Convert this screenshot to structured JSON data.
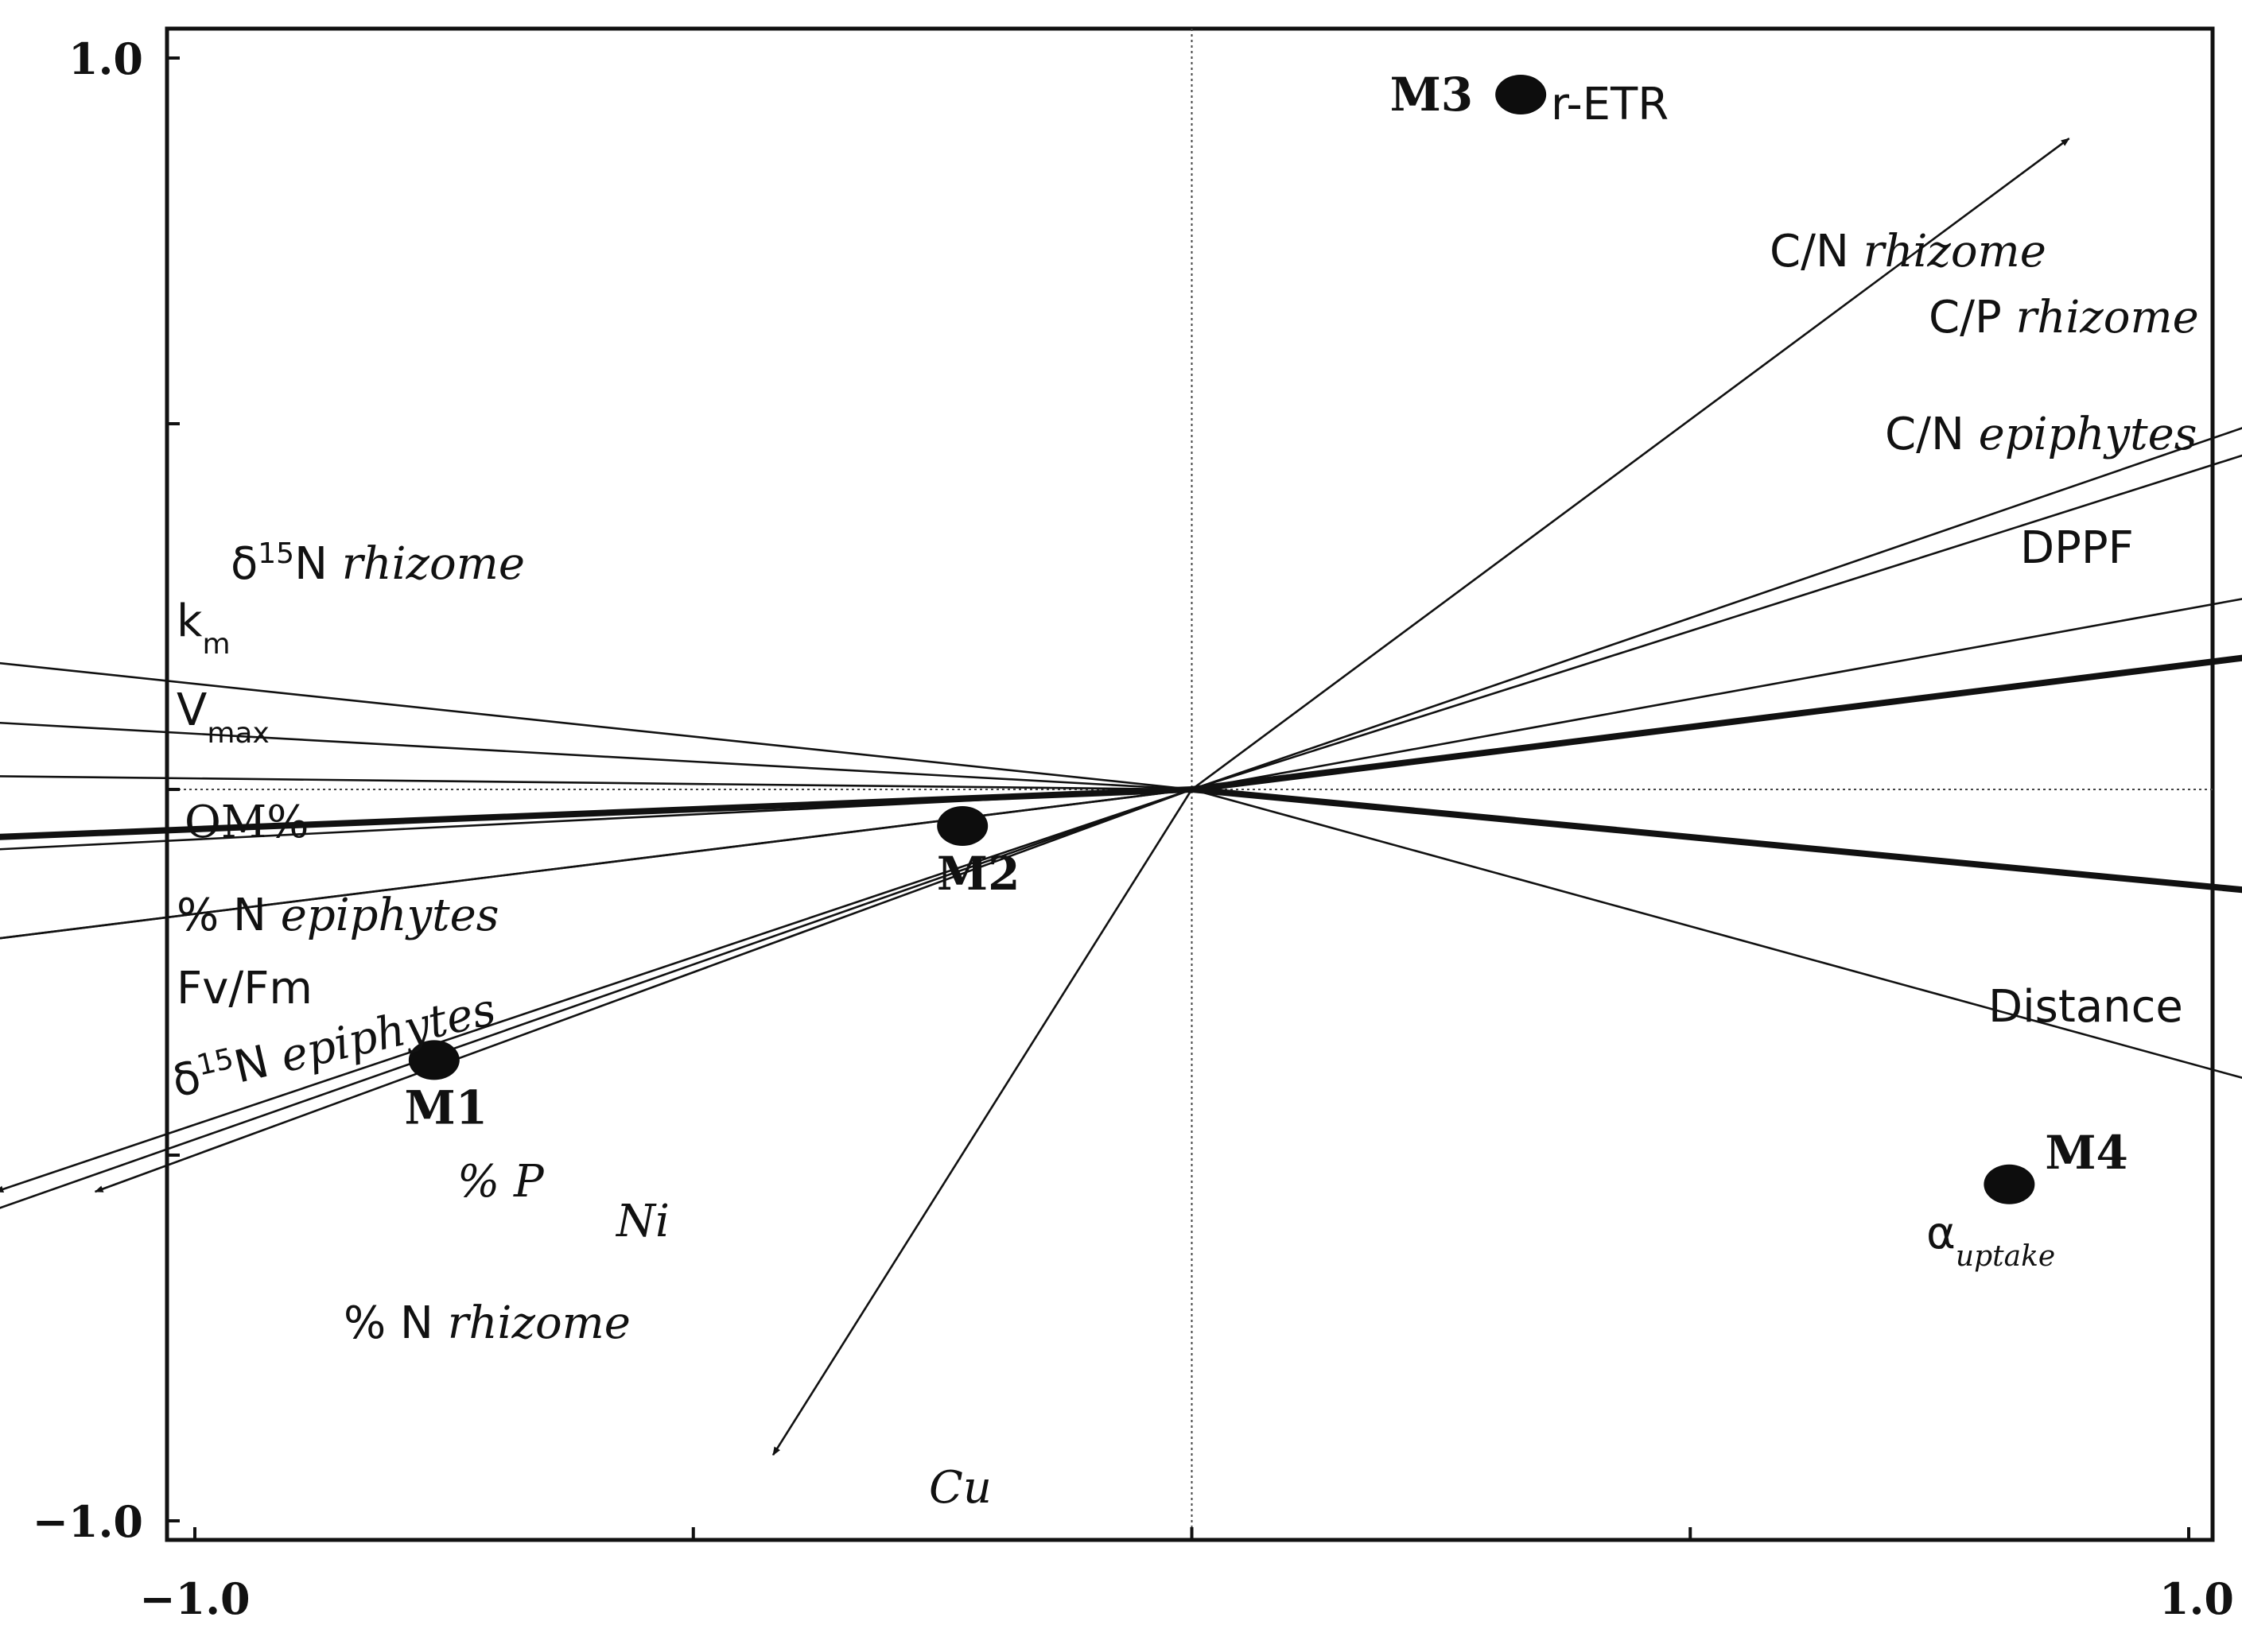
{
  "chart_data": {
    "type": "scatter",
    "subtype": "ordination biplot",
    "title": "",
    "xlabel": "",
    "ylabel": "",
    "xlim": [
      -1.0,
      1.0
    ],
    "ylim": [
      -1.0,
      1.0
    ],
    "x_tick_labels": [
      "−1.0",
      "1.0"
    ],
    "y_tick_labels": [
      "1.0",
      "−1.0"
    ],
    "grid": false,
    "reference_lines": "dotted lines at x = 0 and y = 0",
    "sites": [
      {
        "label": "M1",
        "x": -0.76,
        "y": -0.37
      },
      {
        "label": "M2",
        "x": -0.23,
        "y": -0.05
      },
      {
        "label": "M3",
        "x": 0.33,
        "y": 0.95
      },
      {
        "label": "M4",
        "x": 0.82,
        "y": -0.54
      }
    ],
    "response_vectors": [
      {
        "id": "r-etr",
        "label": "r-ETR",
        "x": 0.88,
        "y": 0.89
      },
      {
        "id": "cn-rhizome",
        "label_main": "C/N ",
        "label_italic": "rhizome",
        "x": 1.45,
        "y": 0.68
      },
      {
        "id": "cp-rhizome",
        "label_main": "C/P ",
        "label_italic": "rhizome",
        "x": 1.5,
        "y": 0.65
      },
      {
        "id": "cn-epiphytes",
        "label_main": "C/N ",
        "label_italic": "epiphytes",
        "x": 1.78,
        "y": 0.44
      },
      {
        "id": "d15n-rhizome",
        "label_main": "δ",
        "label_sup": "15",
        "label_main2": "N ",
        "label_italic": "rhizome",
        "x": -1.8,
        "y": 0.26
      },
      {
        "id": "km",
        "label_main": "k",
        "label_sub": "m",
        "x": -1.97,
        "y": 0.15
      },
      {
        "id": "vmax",
        "label_main": "V",
        "label_sub": "max",
        "x": -1.99,
        "y": 0.03
      },
      {
        "id": "n-epiphytes",
        "label_main": "% N ",
        "label_italic": "epiphytes",
        "x": -1.9,
        "y": -0.13
      },
      {
        "id": "fvfm",
        "label_main": "Fv/Fm",
        "x": -1.88,
        "y": -0.32
      },
      {
        "id": "d15n-epiphytes",
        "label_main": "δ",
        "label_sup": "15",
        "label_main2": "N ",
        "label_italic": "epiphytes",
        "x": -1.88,
        "y": -0.32
      },
      {
        "id": "p",
        "label_italic": "% P",
        "x": -1.2,
        "y": -0.55
      },
      {
        "id": "ni",
        "label_italic": "Ni",
        "x": -1.1,
        "y": -0.55
      },
      {
        "id": "n-rhizome",
        "label_main": "% N ",
        "label_italic": "rhizome",
        "x": -1.4,
        "y": -0.67
      },
      {
        "id": "cu",
        "label_italic": "Cu",
        "x": -0.42,
        "y": -0.91
      },
      {
        "id": "alpha-uptake",
        "label_main": "α",
        "label_sub": "uptake",
        "x": 1.55,
        "y": -0.58
      }
    ],
    "environmental_vectors": [
      {
        "id": "dppf",
        "label": "DPPF",
        "x": 1.7,
        "y": 0.29
      },
      {
        "id": "om",
        "label": "OM%",
        "x": -1.84,
        "y": -0.1
      },
      {
        "id": "distance",
        "label": "Distance",
        "x": 1.92,
        "y": -0.25
      }
    ]
  }
}
